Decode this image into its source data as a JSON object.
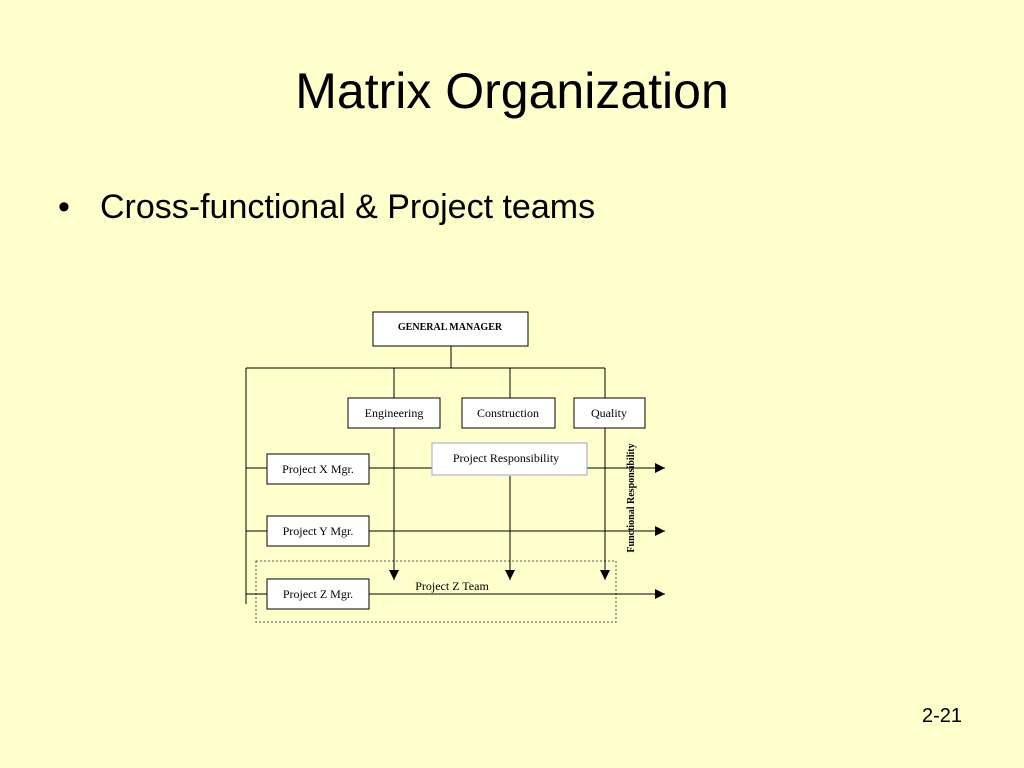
{
  "slide": {
    "title": "Matrix Organization",
    "bullet_symbol": "•",
    "bullet_text": "Cross-functional & Project teams",
    "page_number": "2-21"
  },
  "diagram": {
    "general_manager": "GENERAL MANAGER",
    "functions": [
      "Engineering",
      "Construction",
      "Quality"
    ],
    "projects": [
      "Project X Mgr.",
      "Project Y Mgr.",
      "Project Z Mgr."
    ],
    "project_responsibility": "Project Responsibility",
    "functional_responsibility": "Functional Responsibility",
    "project_z_team": "Project Z Team"
  },
  "colors": {
    "background": "#FFFFCC",
    "line": "#000000",
    "box_fill": "#FFFFFF"
  }
}
